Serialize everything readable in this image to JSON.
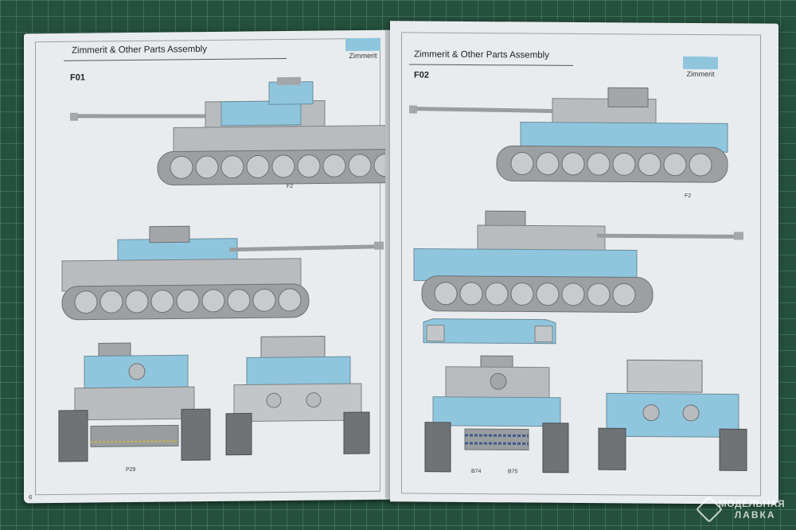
{
  "left_page": {
    "title": "Zimmerit & Other Parts Assembly",
    "step": "F01",
    "legend_label": "Zimmerit",
    "callouts": {
      "side_top": "F2",
      "front": "P29"
    },
    "page_number": "6"
  },
  "right_page": {
    "title": "Zimmerit & Other Parts Assembly",
    "step": "F02",
    "legend_label": "Zimmerit",
    "callouts": {
      "side_top": "F2",
      "front_left": "B74",
      "front_right": "B75"
    }
  },
  "watermark": {
    "line1": "МОДЕЛЬНАЯ",
    "line2": "ЛАВКА"
  },
  "colors": {
    "zimmerit": "#8fc6de",
    "hull": "#b9bcbf",
    "mat": "#24503d",
    "paper": "#e9ecee"
  }
}
